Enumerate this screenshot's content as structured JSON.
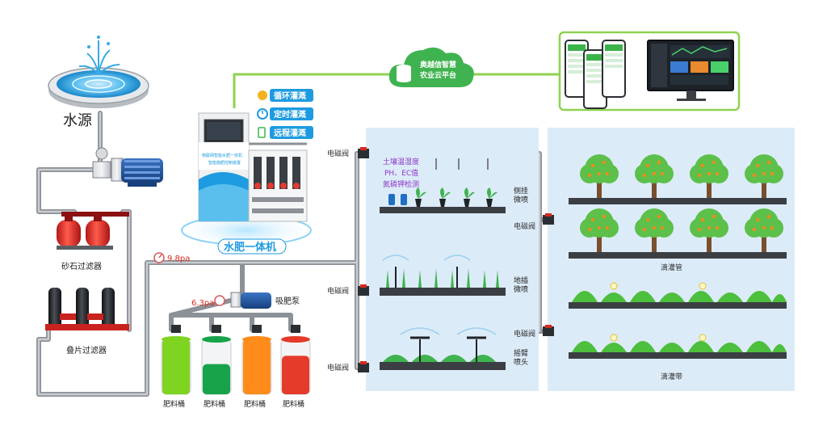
{
  "water_source": {
    "label": "水源"
  },
  "filters": {
    "sand": "砂石过滤器",
    "disc": "叠片过滤器"
  },
  "pressure": {
    "main": "9.8pa",
    "pump": "6.3pa"
  },
  "pump": {
    "suction": "吸肥泵"
  },
  "tanks": [
    {
      "label": "肥料桶",
      "color": "#7fd321"
    },
    {
      "label": "肥料桶",
      "color": "#16a34a"
    },
    {
      "label": "肥料桶",
      "color": "#ff8c1a"
    },
    {
      "label": "肥料桶",
      "color": "#e53b2a"
    }
  ],
  "machine": {
    "label": "水肥一体机",
    "screen_line1": "物联网智能水肥一体机",
    "screen_line2": "智能施肥控制装置",
    "modes": [
      "循环灌溉",
      "定时灌溉",
      "远程灌溉"
    ]
  },
  "cloud": {
    "line1": "奥越信智慧",
    "line2": "农业云平台"
  },
  "valves": {
    "label": "电磁阀"
  },
  "sensor": {
    "line1": "土壤温湿度",
    "line2": "PH、EC值",
    "line3": "氮磷钾检测"
  },
  "irrigation": {
    "side_mount": [
      "侧挂",
      "微喷"
    ],
    "ground": [
      "地插",
      "微喷"
    ],
    "rocker": [
      "摇臂",
      "喷头"
    ],
    "drip_pipe": "滴灌管",
    "drip_tape": "滴灌带"
  },
  "colors": {
    "pipe": "#a9adb3",
    "pipe_outline": "#6f747a",
    "green_line": "#8fd14f",
    "cloud": "#3fb34f",
    "panel": "#dcebf8",
    "mode_tag": "#1e9be0",
    "machine_label": "#1e9be0"
  }
}
